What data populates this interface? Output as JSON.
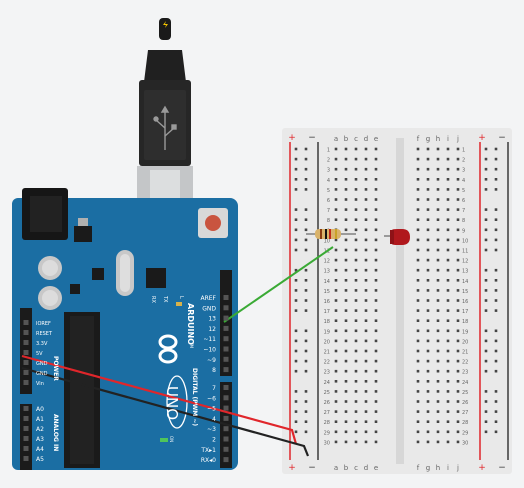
{
  "arduino": {
    "brand": "ARDUINO",
    "model": "UNO",
    "tm": "TM",
    "on_label": "ON",
    "tx_label": "TX",
    "rx_label": "RX",
    "l_label": "L",
    "digital_header": "DIGITAL (PWM ~)",
    "analog_header": "ANALOG IN",
    "power_header": "POWER",
    "power_pins": [
      "IOREF",
      "RESET",
      "3.3V",
      "5V",
      "GND",
      "GND",
      "Vin"
    ],
    "analog_pins": [
      "A0",
      "A1",
      "A2",
      "A3",
      "A4",
      "A5"
    ],
    "digital_pins_top": [
      "AREF",
      "GND",
      "13",
      "12",
      "~11",
      "~10",
      "~9",
      "8"
    ],
    "digital_pins_bottom": [
      "7",
      "~6",
      "~5",
      "4",
      "~3",
      "2",
      "TX▸1",
      "RX◂0"
    ]
  },
  "breadboard": {
    "col_labels_left": [
      "a",
      "b",
      "c",
      "d",
      "e"
    ],
    "col_labels_right": [
      "f",
      "g",
      "h",
      "i",
      "j"
    ],
    "rail_plus": "+",
    "rail_minus": "−",
    "row_count": 30
  },
  "components": {
    "resistor": "resistor",
    "led": "led"
  },
  "colors": {
    "board_blue": "#1b6ea3",
    "wire_red": "#e0262b",
    "wire_black": "#222222",
    "wire_green": "#3aaa35",
    "led_red": "#b0181d",
    "breadboard": "#e9e9e9"
  }
}
